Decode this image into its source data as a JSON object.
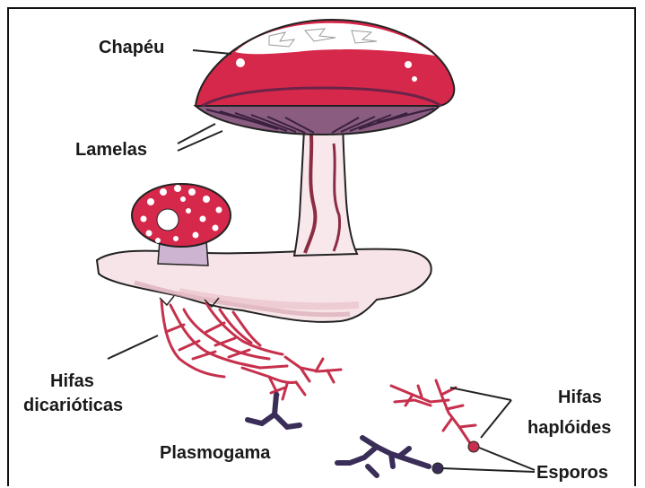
{
  "labels": {
    "chapeu": "Chapéu",
    "lamelas": "Lamelas",
    "hifas_dicarioticas_1": "Hifas",
    "hifas_dicarioticas_2": "dicarióticas",
    "plasmogama": "Plasmogama",
    "hifas_haploides_1": "Hifas",
    "hifas_haploides_2": "haplóides",
    "esporos": "Esporos"
  },
  "colors": {
    "cap_red": "#d6284a",
    "cap_dark": "#6a2448",
    "gill_purple": "#8a5c80",
    "stipe_pink": "#f3d5dc",
    "hypha_red": "#c6304c",
    "haploid_dark": "#3a2e58",
    "outline": "#222222"
  }
}
